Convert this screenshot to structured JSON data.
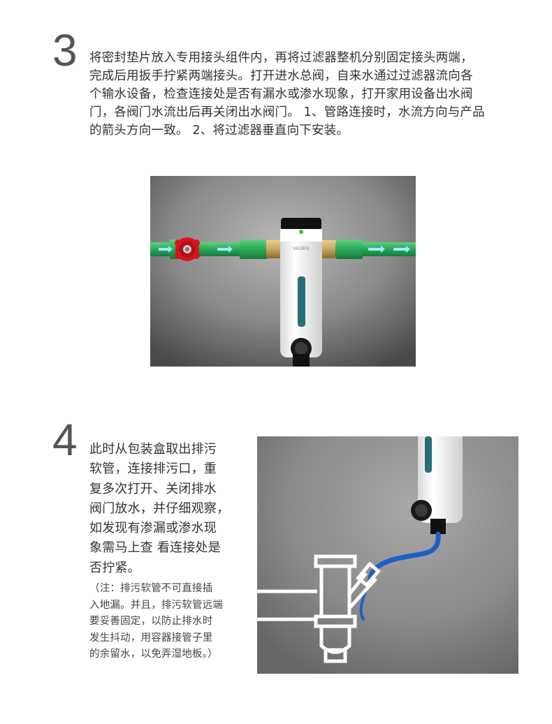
{
  "step3": {
    "number": "3",
    "lines": [
      "将密封垫片放入专用接头组件内，再将过滤器整机分别固定接头两端，",
      "完成后用扳手拧紧两端接头。打开进水总阀，自来水通过过滤器流向各",
      "个输水设备，检查连接处是否有漏水或渗水现象，打开家用设备出水阀",
      "门，各阀门水流出后再关闭出水阀门。 1、管路连接时，水流方向与产品",
      "的箭头方向一致。 2、将过滤器垂直向下安装。"
    ],
    "photo": {
      "brand_text": "VASEN",
      "colors": {
        "pipe": "#2aa85a",
        "valve": "#d8141e",
        "window": "#2a6f78",
        "brass": "#c9a45e"
      }
    }
  },
  "step4": {
    "number": "4",
    "lines": [
      "此时从包装盒取出排污",
      "软管，连接排污口，重",
      "复多次打开、关闭排水",
      "阀门放水，并仔细观察，",
      "如发现有渗漏或渗水现",
      "象需马上查 看连接处是",
      "否拧紧。"
    ],
    "note_lines": [
      "（注：排污软管不可直接插",
      "入地漏。并且，排污软管远端",
      "要妥善固定，以防止排水时",
      "发生抖动，用容器接管子里",
      "的余留水，以免弄湿地板。）"
    ],
    "photo": {
      "colors": {
        "hose": "#1f5fc8",
        "background": "#8c8c8c"
      }
    }
  }
}
